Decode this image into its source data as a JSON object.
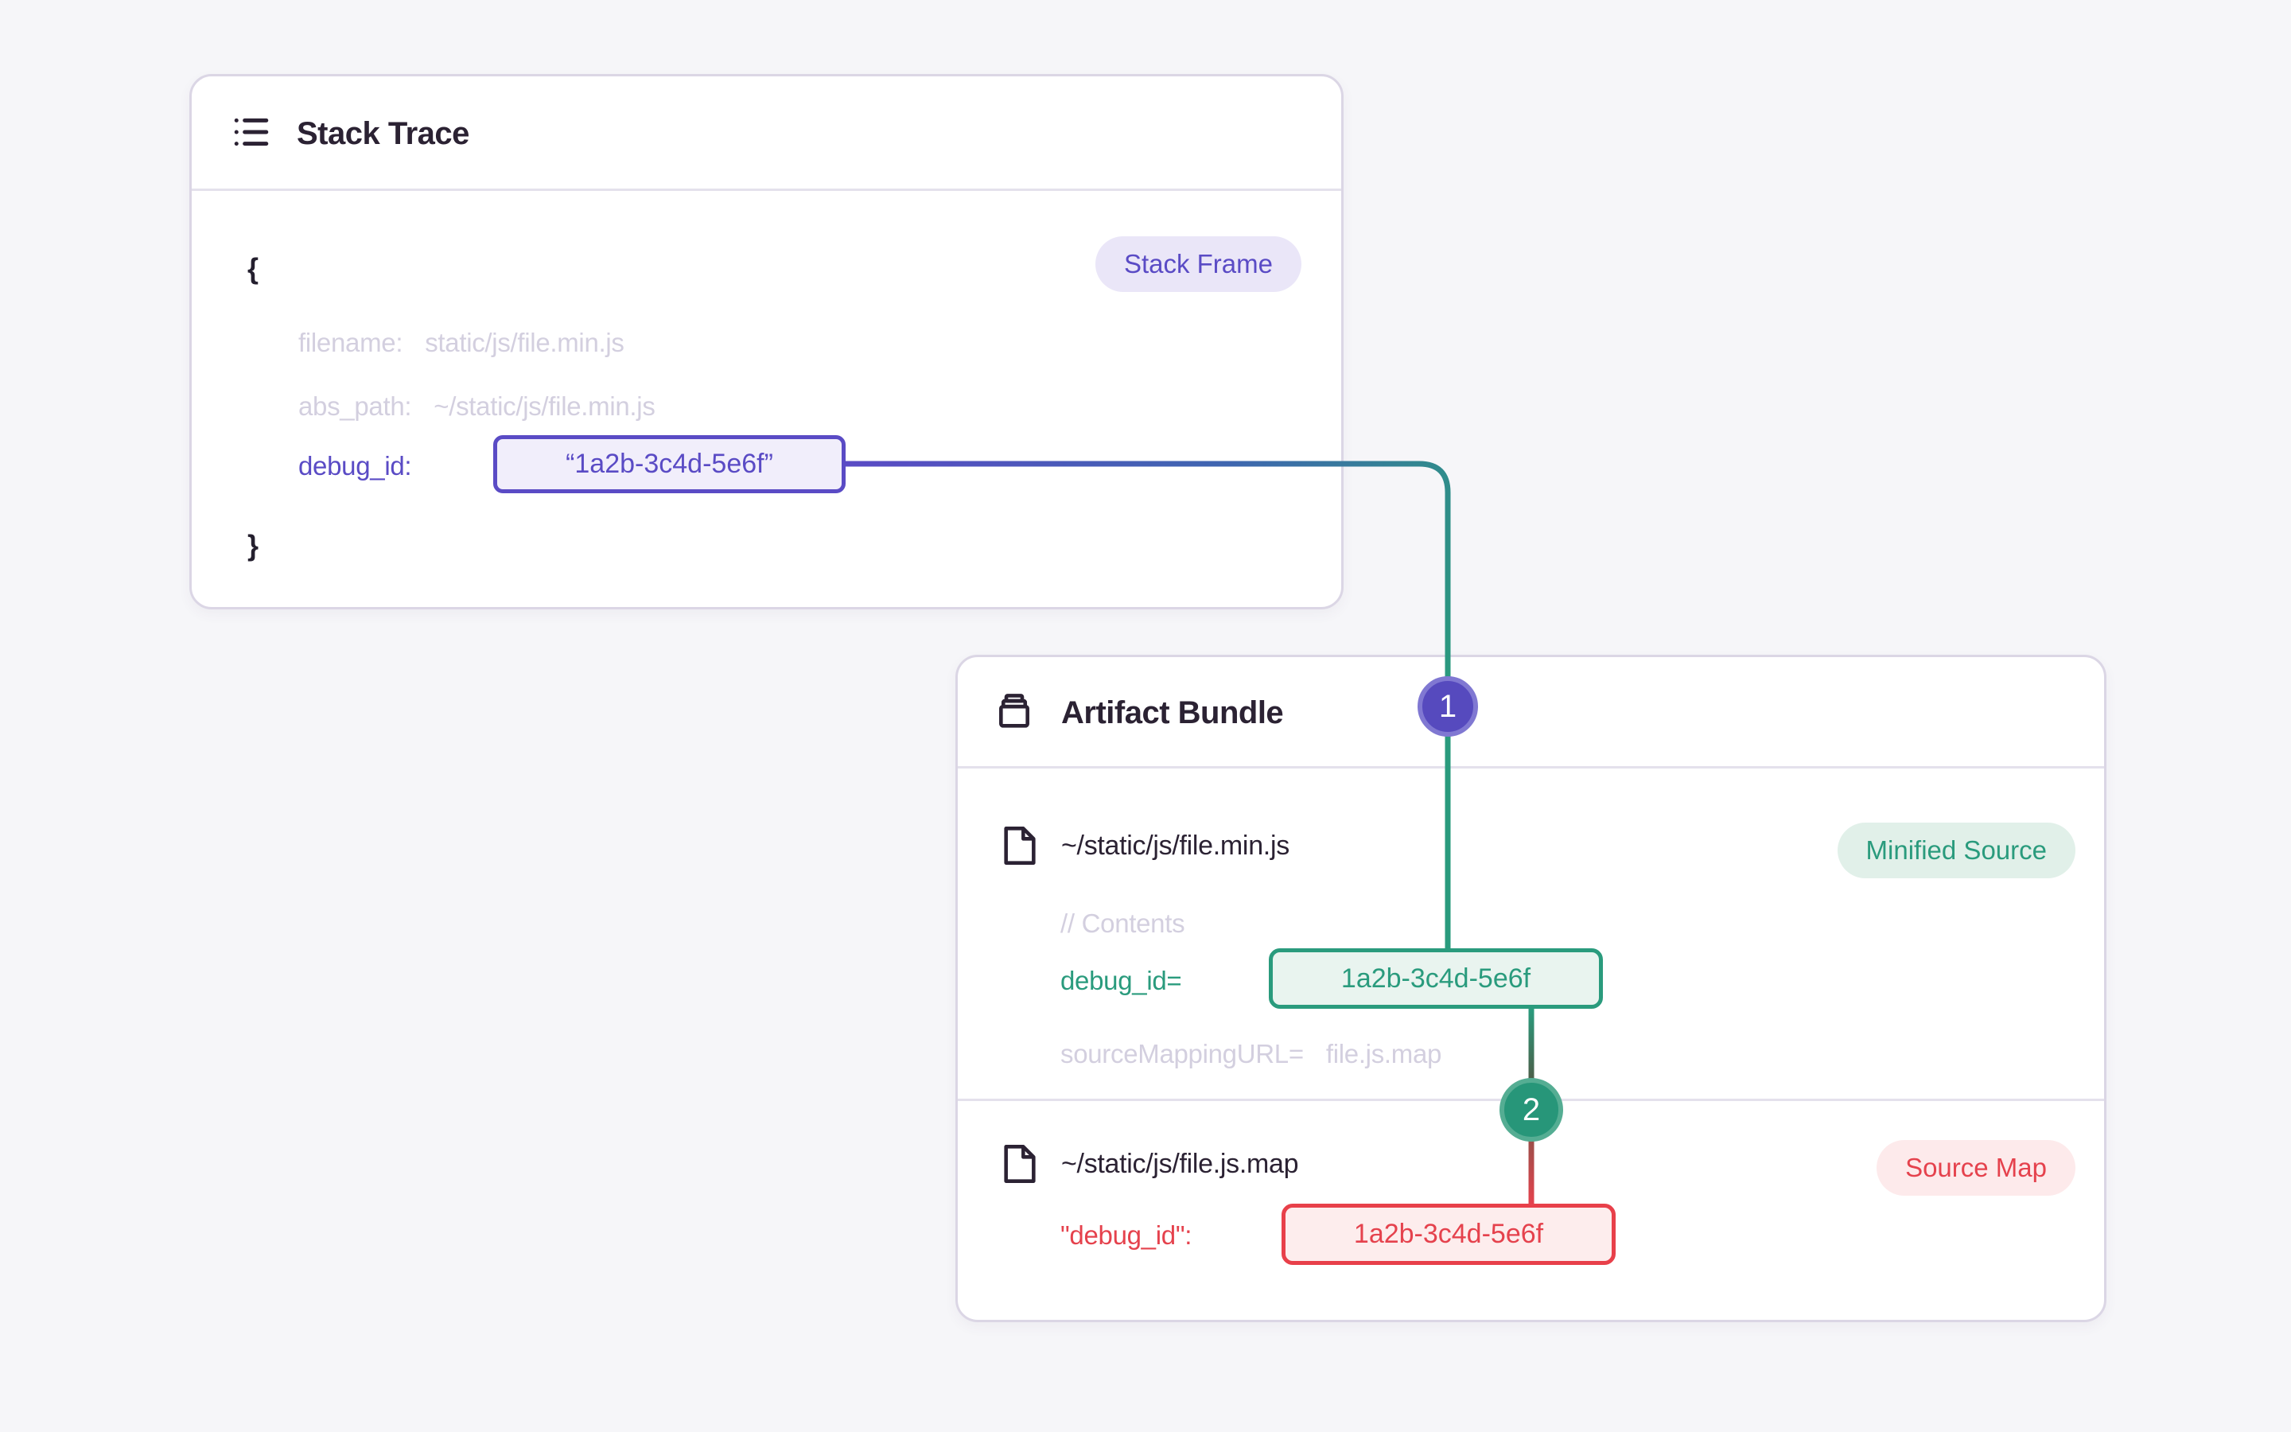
{
  "colors": {
    "background": "#f6f6f9",
    "purple_accent": "#5a4bc5",
    "green_accent": "#2a9b7d",
    "red_accent": "#e5424d",
    "muted_text": "#d3cfdf",
    "dark_text": "#2b2233"
  },
  "icons": {
    "stack_trace_header": "list-icon",
    "artifact_bundle_header": "archive-box-icon",
    "file_rows": "file-icon"
  },
  "stack_trace": {
    "title": "Stack Trace",
    "badge": "Stack Frame",
    "brace_open": "{",
    "brace_close": "}",
    "filename_label": "filename:",
    "filename_value": "static/js/file.min.js",
    "abs_path_label": "abs_path:",
    "abs_path_value": "~/static/js/file.min.js",
    "debug_id_label": "debug_id:",
    "debug_id_value": "“1a2b-3c4d-5e6f”"
  },
  "artifact_bundle": {
    "title": "Artifact Bundle",
    "connector_badges": [
      "1",
      "2"
    ],
    "minified_source": {
      "path": "~/static/js/file.min.js",
      "badge": "Minified Source",
      "comment": "// Contents",
      "debug_id_label": "debug_id=",
      "debug_id_value": "1a2b-3c4d-5e6f",
      "source_mapping_label": "sourceMappingURL=",
      "source_mapping_value": "file.js.map"
    },
    "source_map": {
      "path": "~/static/js/file.js.map",
      "badge": "Source Map",
      "debug_id_label": "\"debug_id\":",
      "debug_id_value": "1a2b-3c4d-5e6f"
    }
  }
}
